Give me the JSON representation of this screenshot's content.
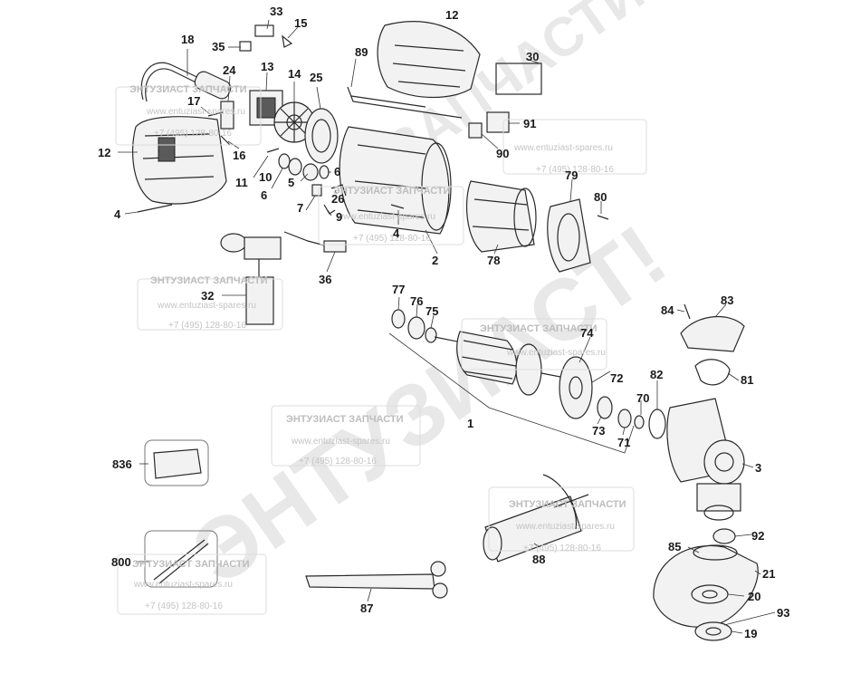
{
  "watermark": {
    "brand": "ЭНТУЗИАСТ!",
    "brand_arc": "ЗАПЧАСТИ",
    "registered": "®",
    "box_title": "ЭНТУЗИАСТ ЗАПЧАСТИ",
    "box_url": "www.entuziast-spares.ru",
    "box_phone": "+7 (495) 128-80-16"
  },
  "callouts": [
    "1",
    "2",
    "3",
    "4",
    "4",
    "5",
    "6",
    "6",
    "7",
    "9",
    "10",
    "11",
    "12",
    "12",
    "13",
    "14",
    "15",
    "16",
    "17",
    "18",
    "19",
    "20",
    "21",
    "24",
    "25",
    "26",
    "30",
    "32",
    "33",
    "35",
    "36",
    "70",
    "71",
    "72",
    "73",
    "74",
    "75",
    "76",
    "77",
    "78",
    "79",
    "80",
    "81",
    "82",
    "83",
    "84",
    "85",
    "87",
    "88",
    "89",
    "90",
    "91",
    "92",
    "93",
    "800",
    "836"
  ]
}
